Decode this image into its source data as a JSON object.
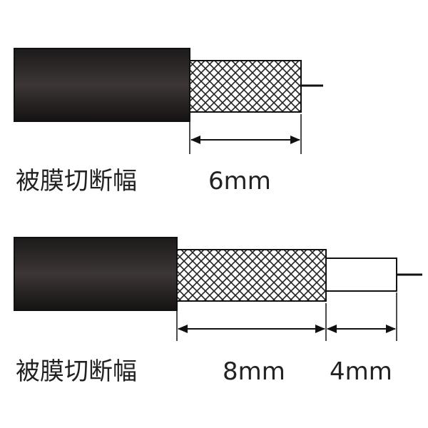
{
  "diagram_a": {
    "caption": "被膜切断幅",
    "dimension": "6mm"
  },
  "diagram_b": {
    "caption": "被膜切断幅",
    "dimension_braid": "8mm",
    "dimension_dielectric": "4mm"
  },
  "colors": {
    "jacket_dark": "#1a1a1a",
    "jacket_mid": "#3a3434",
    "outline": "#111111",
    "background": "#ffffff"
  }
}
